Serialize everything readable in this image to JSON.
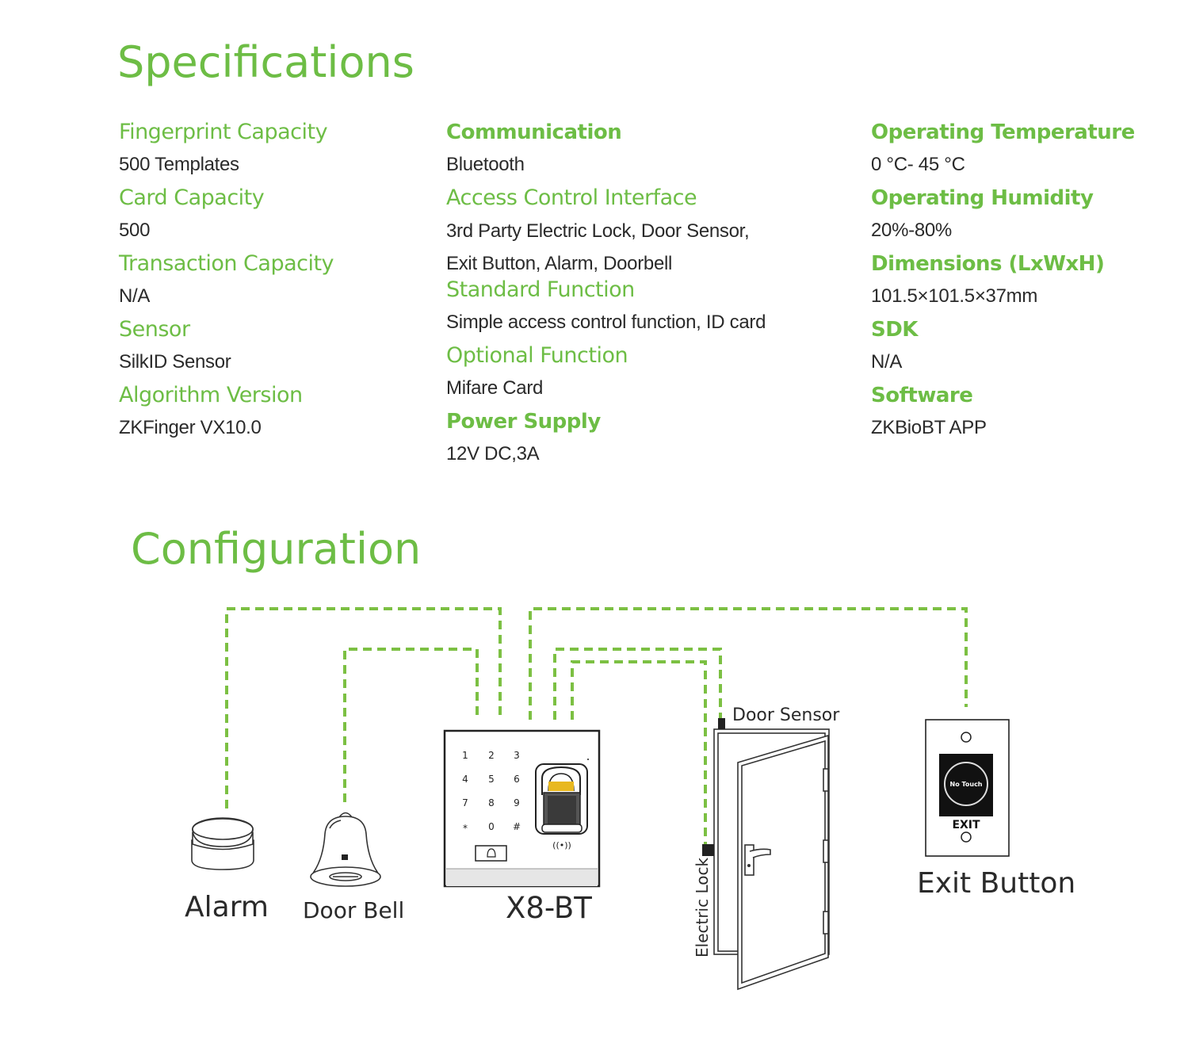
{
  "specifications": {
    "title": "Specifications",
    "columns": [
      [
        {
          "label": "Fingerprint Capacity",
          "value": "500 Templates"
        },
        {
          "label": "Card Capacity",
          "value": "500"
        },
        {
          "label": "Transaction Capacity",
          "value": "N/A"
        },
        {
          "label": "Sensor",
          "value": "SilkID Sensor"
        },
        {
          "label": "Algorithm Version",
          "value": "ZKFinger VX10.0"
        }
      ],
      [
        {
          "label": "Communication",
          "value": "Bluetooth"
        },
        {
          "label": "Access Control Interface",
          "value": "3rd Party Electric Lock, Door Sensor, Exit Button, Alarm, Doorbell"
        },
        {
          "label": "Standard Function",
          "value": "Simple access control function, ID card"
        },
        {
          "label": "Optional Function",
          "value": "Mifare Card"
        },
        {
          "label": "Power Supply",
          "value": "12V DC,3A"
        }
      ],
      [
        {
          "label": "Operating Temperature",
          "value": "0 °C- 45 °C"
        },
        {
          "label": "Operating Humidity",
          "value": "20%-80%"
        },
        {
          "label": "Dimensions (LxWxH)",
          "value": "101.5×101.5×37mm"
        },
        {
          "label": "SDK",
          "value": "N/A"
        },
        {
          "label": "Software",
          "value": "ZKBioBT APP"
        }
      ]
    ]
  },
  "configuration": {
    "title": "Configuration",
    "labels": {
      "alarm": "Alarm",
      "door_bell": "Door Bell",
      "device": "X8-BT",
      "door_sensor": "Door Sensor",
      "electric_lock": "Electric Lock",
      "exit_button": "Exit Button"
    },
    "keypad": [
      "1",
      "2",
      "3",
      "4",
      "5",
      "6",
      "7",
      "8",
      "9",
      "*",
      "0",
      "#"
    ],
    "exit_button_text": {
      "no_touch": "No Touch",
      "exit": "EXIT"
    }
  },
  "colors": {
    "accent": "#6dbd45",
    "text": "#2a2a2a",
    "wire": "#7cc043"
  }
}
